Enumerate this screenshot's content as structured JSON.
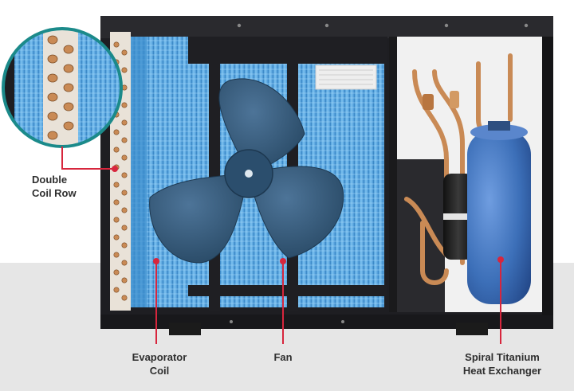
{
  "labels": {
    "double_coil": "Double\nCoil Row",
    "evaporator": "Evaporator\nCoil",
    "fan": "Fan",
    "heat_exchanger": "Spiral Titanium\nHeat Exchanger"
  },
  "colors": {
    "callout_red": "#d7263d",
    "cabinet": "#1e1e22",
    "coil_blue": "#5aa7e0",
    "fan_blue": "#2e5577",
    "exchanger_blue": "#3c6fb8",
    "copper": "#c98a55",
    "loupe_ring": "#1b8a8a"
  }
}
